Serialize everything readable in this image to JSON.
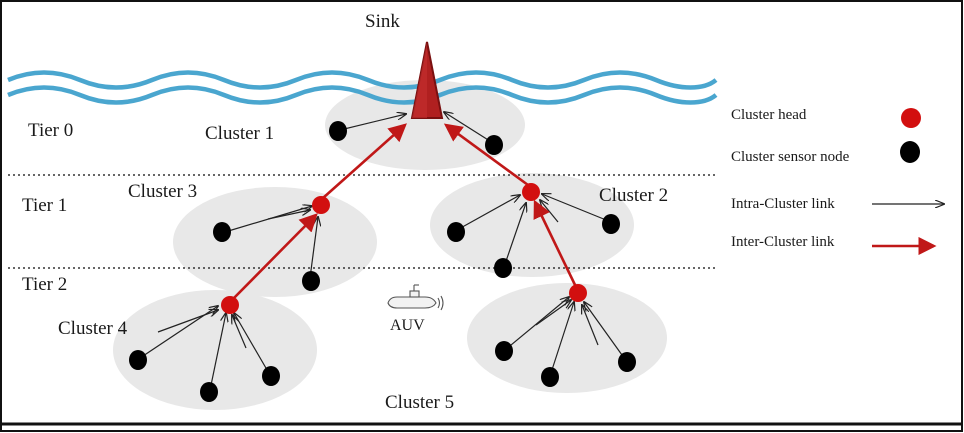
{
  "labels": {
    "sink": "Sink",
    "tier0": "Tier 0",
    "tier1": "Tier 1",
    "tier2": "Tier 2",
    "cluster1": "Cluster 1",
    "cluster2": "Cluster 2",
    "cluster3": "Cluster 3",
    "cluster4": "Cluster 4",
    "cluster5": "Cluster 5",
    "auv": "AUV"
  },
  "legend": {
    "cluster_head": "Cluster head",
    "cluster_sensor_node": "Cluster sensor node",
    "intra_cluster_link": "Intra-Cluster link",
    "inter_cluster_link": "Inter-Cluster link"
  },
  "colors": {
    "cluster_head": "#d20f0f",
    "sensor_node": "#000000",
    "inter_link": "#c01818",
    "intra_link": "#222222",
    "water": "#4aa6cf",
    "sink": "#b02020",
    "cluster_region": "#e8e8e8"
  },
  "icons": {
    "auv": "submarine-icon"
  }
}
